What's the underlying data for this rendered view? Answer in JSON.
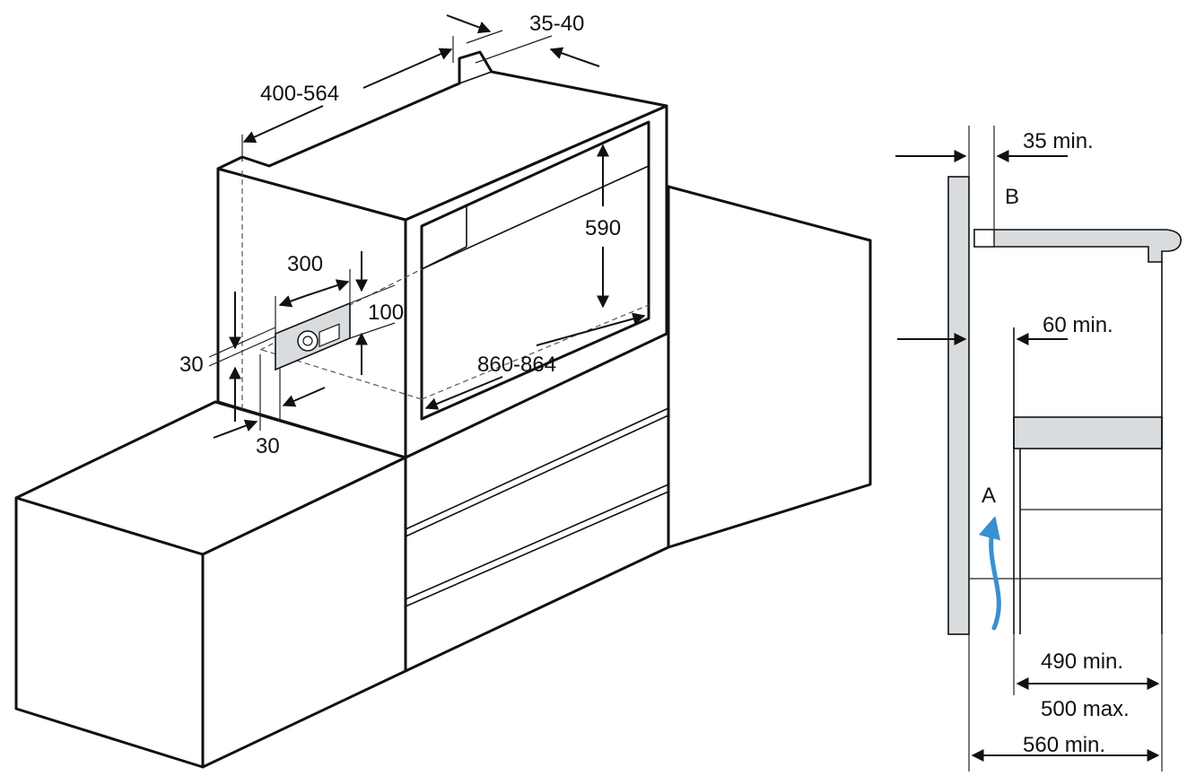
{
  "colors": {
    "line": "#111111",
    "panel_fill": "#d9dcdf",
    "airflow": "#3a8fd0",
    "background": "#ffffff"
  },
  "icons": {
    "socket": "electrical-socket-icon",
    "airflow": "airflow-arrow-icon"
  },
  "isometric": {
    "dim_width_range": "400-564",
    "dim_depth_gap": "35-40",
    "dim_height": "590",
    "dim_depth": "860-864",
    "dim_socket_width": "300",
    "dim_socket_height": "100",
    "dim_socket_offset_left": "30",
    "dim_socket_offset_bottom": "30"
  },
  "side_view": {
    "dim_top_gap": "35 min.",
    "label_b": "B",
    "dim_vent_gap": "60 min.",
    "label_a": "A",
    "dim_depth_min": "490 min.",
    "dim_depth_max": "500 max.",
    "dim_total_depth": "560 min."
  }
}
